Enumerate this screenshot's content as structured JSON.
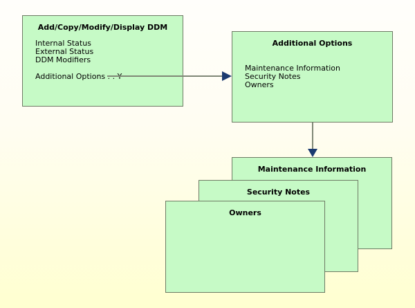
{
  "diagram": {
    "ddm_box": {
      "title": "Add/Copy/Modify/Display DDM",
      "lines": [
        "Internal Status",
        "External Status",
        "DDM Modifiers"
      ],
      "options_line": "Additional Options . . Y"
    },
    "options_box": {
      "title": "Additional Options",
      "lines": [
        "Maintenance Information",
        "Security Notes",
        "Owners"
      ]
    },
    "stacked_boxes": [
      {
        "title": "Maintenance Information"
      },
      {
        "title": "Security Notes"
      },
      {
        "title": "Owners"
      }
    ],
    "colors": {
      "box_fill": "#c6fac6",
      "box_border": "#6e7a64",
      "connector_line": "#7f8776",
      "arrowhead": "#1b3a70",
      "background_top": "#fffefb",
      "background_bottom": "#ffffd0"
    }
  }
}
